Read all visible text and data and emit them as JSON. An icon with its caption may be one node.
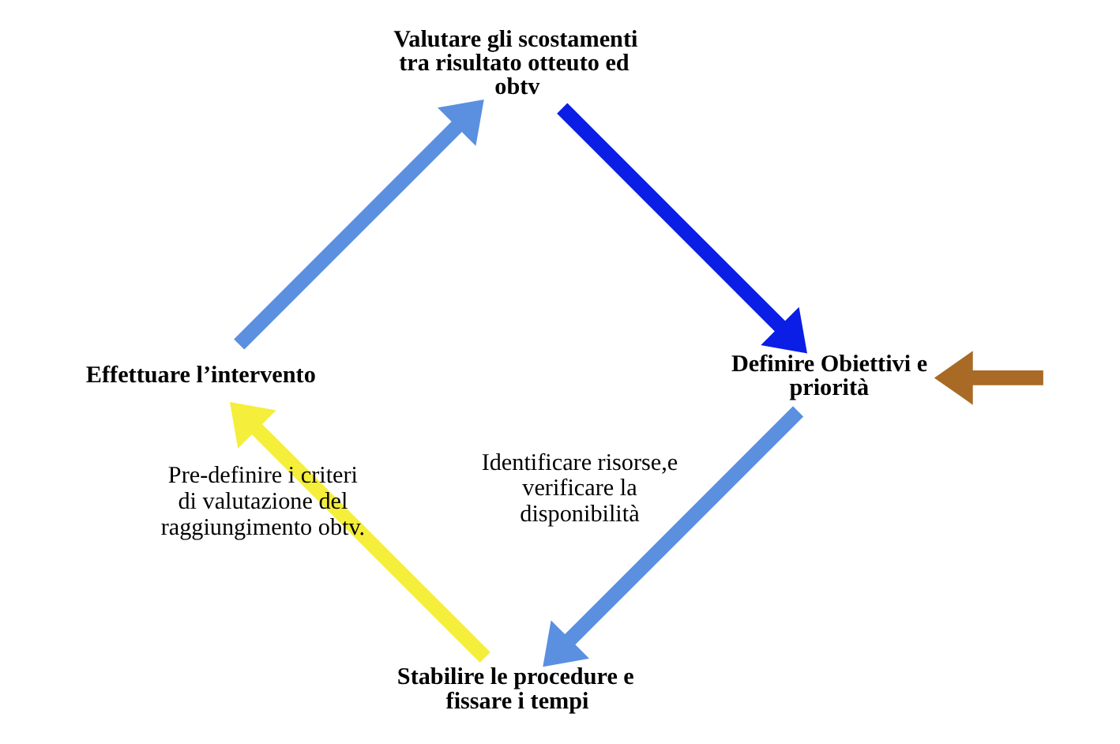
{
  "diagram": {
    "nodes": [
      {
        "text": [
          "Valutare gli scostamenti tra risultato otteuto ed obtv"
        ]
      },
      {
        "text": [
          "Definire Obiettivi e priorità"
        ]
      },
      {
        "text": [
          "Stabilire le procedure e fissare i tempi"
        ]
      },
      {
        "text": [
          "Effettuare l’intervento"
        ]
      }
    ],
    "edges": [
      {
        "from": 0,
        "to": 1,
        "arrow": "to",
        "color": "#0a1ee6"
      },
      {
        "from": 1,
        "to": 2,
        "arrow": "to",
        "color": "#5b8fe0",
        "label": "Identificare risorse,e verificare la disponibilità"
      },
      {
        "from": 2,
        "to": 3,
        "arrow": "to",
        "color": "#f5ee3a",
        "label": "Pre-definire i criteri di valutazione del raggiungimento obtv."
      },
      {
        "from": 3,
        "to": 0,
        "arrow": "to",
        "color": "#5b8fe0"
      },
      {
        "from": null,
        "to": 1,
        "arrow": "to",
        "color": "#a86a25"
      }
    ]
  }
}
